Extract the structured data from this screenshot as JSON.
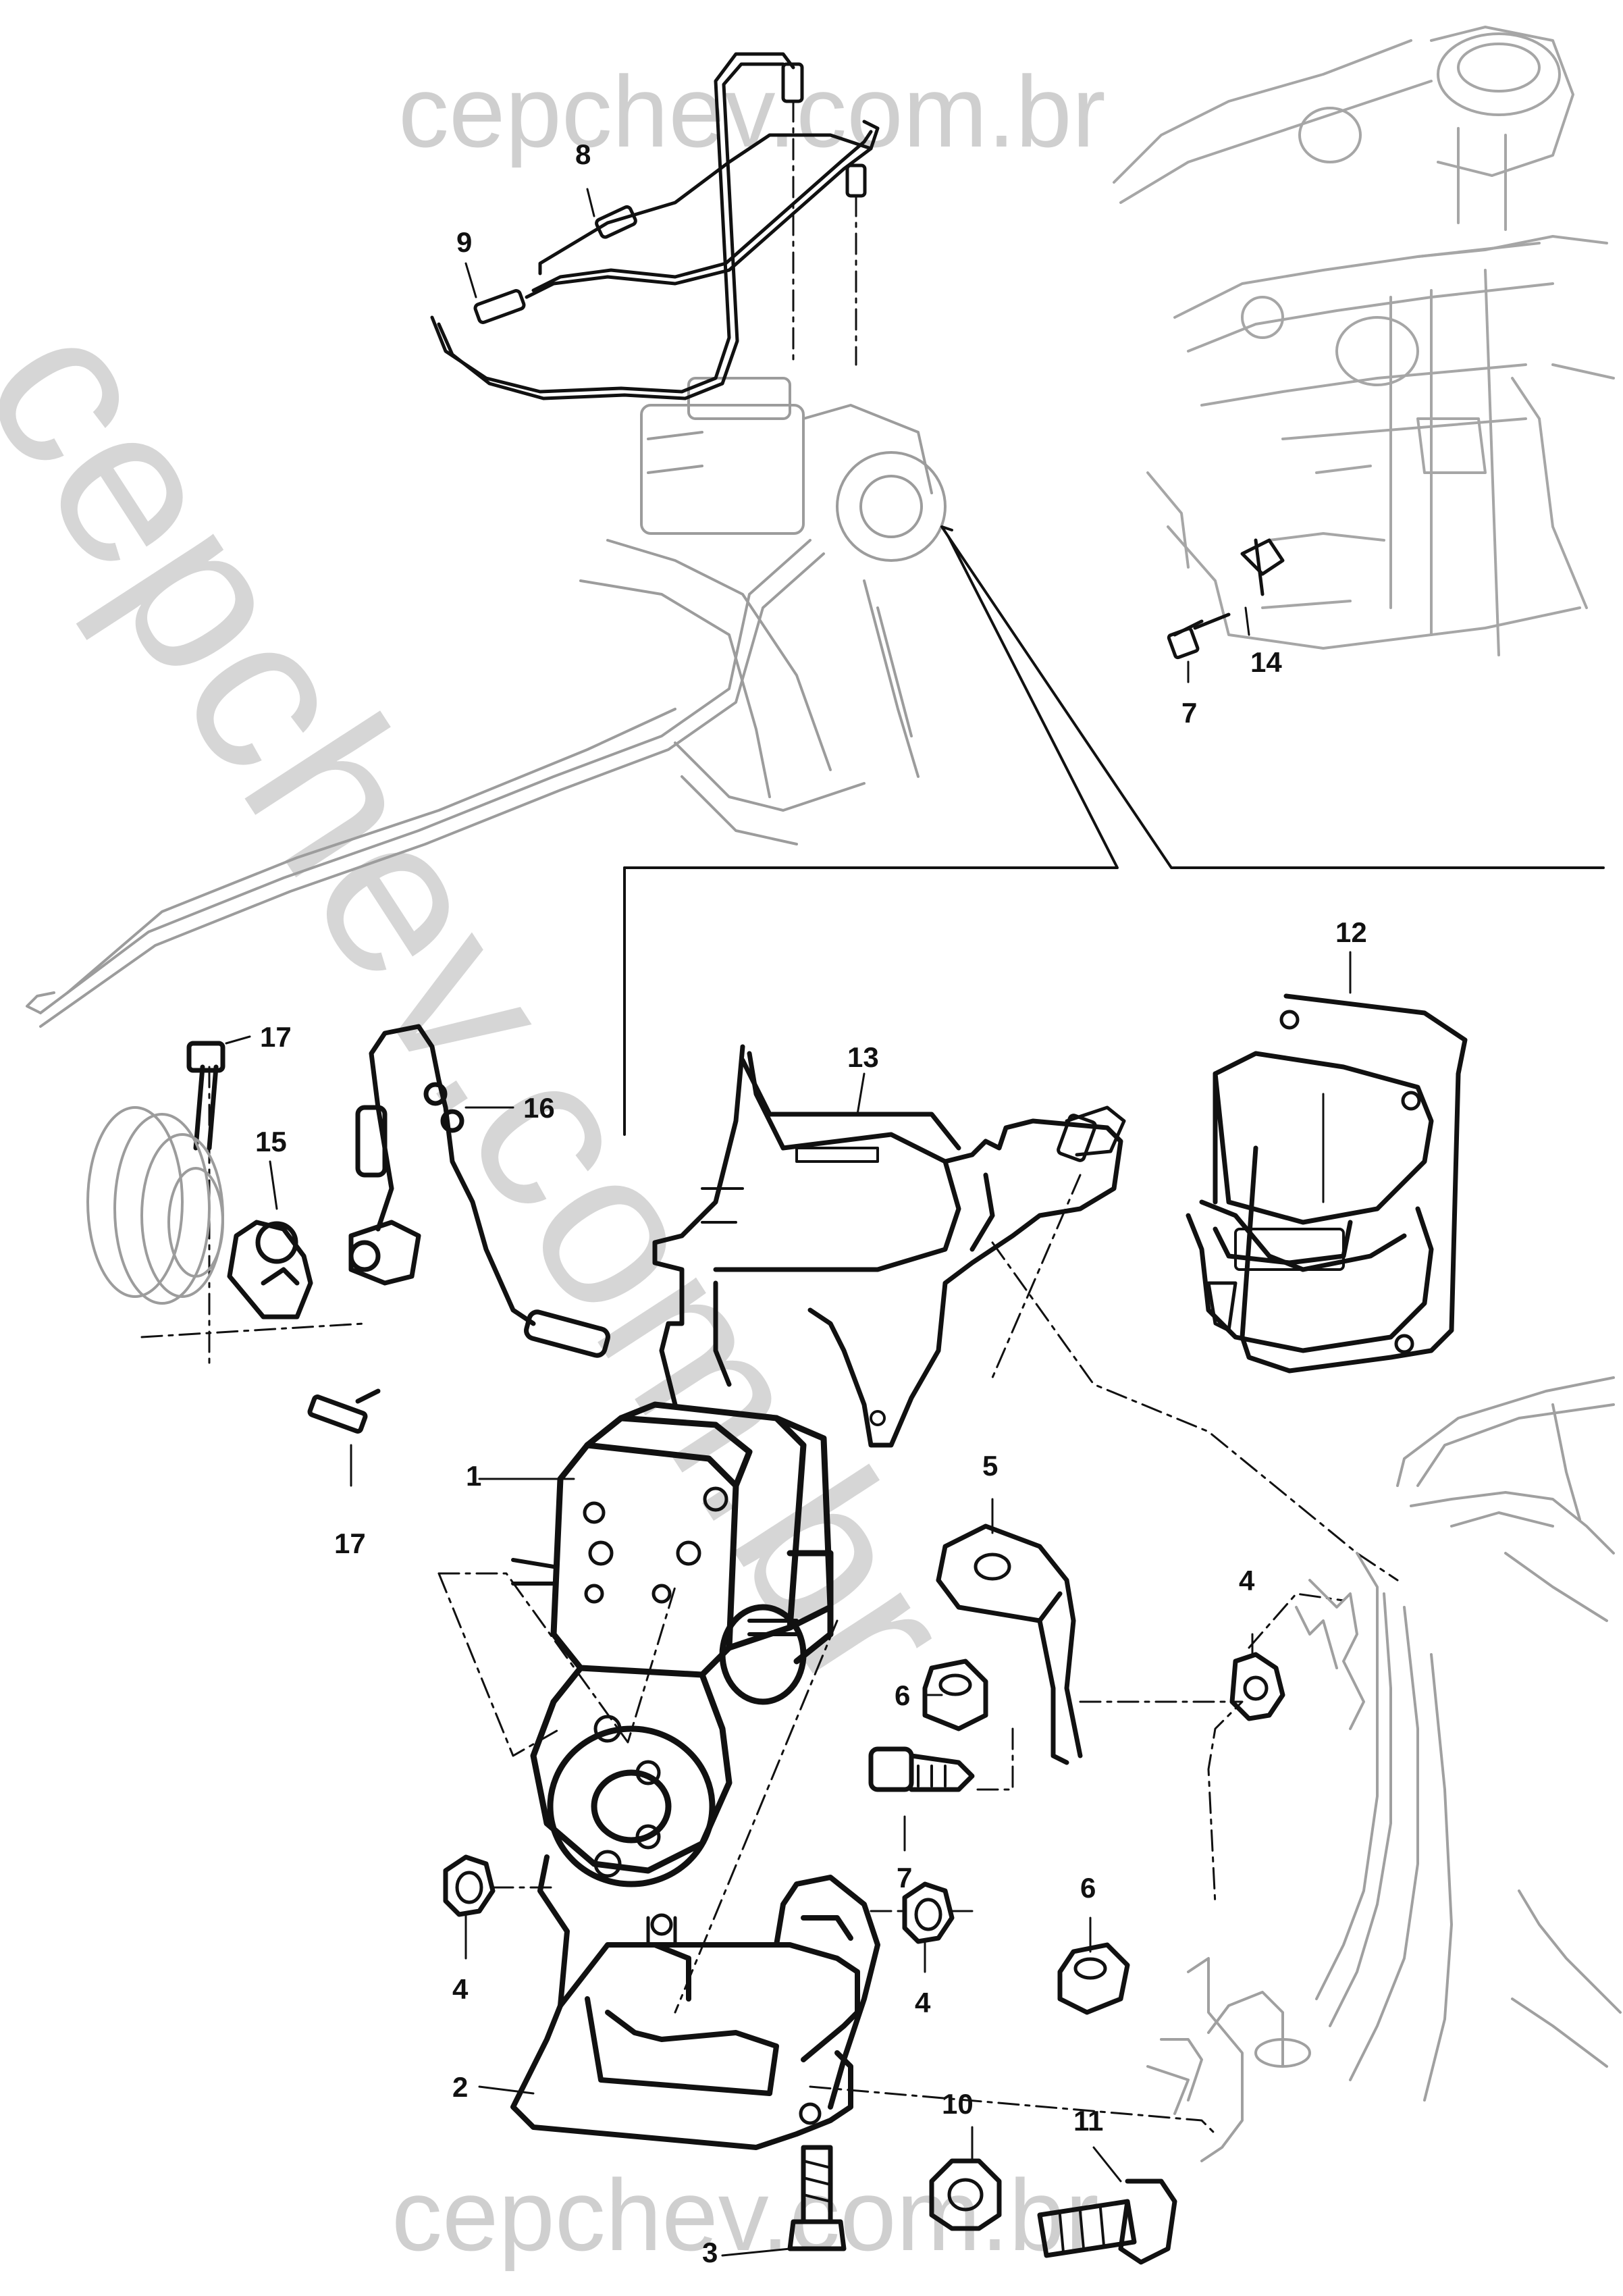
{
  "watermark": {
    "top": "cepchev.com.br",
    "bottom": "cepchev.com.br",
    "diagonal": "cepchev.com.br"
  },
  "callouts": {
    "c1": "1",
    "c2": "2",
    "c3": "3",
    "c4a": "4",
    "c4b": "4",
    "c4c": "4",
    "c5": "5",
    "c6a": "6",
    "c6b": "6",
    "c7a": "7",
    "c7b": "7",
    "c8": "8",
    "c9": "9",
    "c10": "10",
    "c11": "11",
    "c12": "12",
    "c13": "13",
    "c14": "14",
    "c15": "15",
    "c16": "16",
    "c17a": "17",
    "c17b": "17"
  },
  "colors": {
    "ink": "#111111",
    "ghost": "#9a9a9a",
    "watermark": "#cfcfcf"
  }
}
